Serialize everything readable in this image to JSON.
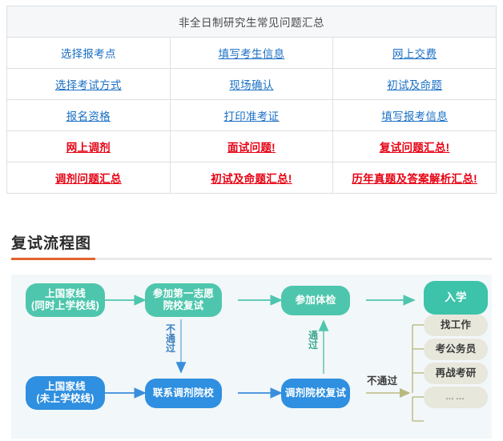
{
  "faq": {
    "header": "非全日制研究生常见问题汇总",
    "rows": [
      [
        {
          "label": "选择报考点",
          "style": "blue-plain"
        },
        {
          "label": "填写考生信息",
          "style": "blue"
        },
        {
          "label": "网上交费",
          "style": "blue"
        }
      ],
      [
        {
          "label": "选择考试方式",
          "style": "blue"
        },
        {
          "label": "现场确认",
          "style": "blue"
        },
        {
          "label": "初试及命题",
          "style": "blue"
        }
      ],
      [
        {
          "label": "报名资格",
          "style": "blue"
        },
        {
          "label": "打印准考证",
          "style": "blue"
        },
        {
          "label": "填写报考信息",
          "style": "blue"
        }
      ],
      [
        {
          "label": "网上调剂",
          "style": "red"
        },
        {
          "label": "面试问题!",
          "style": "red"
        },
        {
          "label": "复试问题汇总!",
          "style": "red"
        }
      ],
      [
        {
          "label": "调剂问题汇总",
          "style": "red"
        },
        {
          "label": "初试及命题汇总!",
          "style": "red"
        },
        {
          "label": "历年真题及答案解析汇总!",
          "style": "red"
        }
      ]
    ],
    "link_color": "#1a6fc4",
    "alert_color": "#e60012"
  },
  "section": {
    "title": "复试流程图",
    "accent_color": "#e2642c"
  },
  "flowchart": {
    "nodes": {
      "national_line_pass": "上国家线\n(同时上学校线)",
      "national_line_pass_l1": "上国家线",
      "national_line_pass_l2": "(同时上学校线)",
      "first_choice_retest_l1": "参加第一志愿",
      "first_choice_retest_l2": "院校复试",
      "medical_exam": "参加体检",
      "enrollment": "入学",
      "national_line_only_l1": "上国家线",
      "national_line_only_l2": "(未上学校线)",
      "contact_transfer_school": "联系调剂院校",
      "transfer_retest": "调剂院校复试",
      "option_job": "找工作",
      "option_civil_service": "考公务员",
      "option_retry_exam": "再战考研",
      "option_more": "……"
    },
    "labels": {
      "fail_vertical": "不通过",
      "pass_vertical": "通过",
      "fail_horizontal": "不通过"
    },
    "colors": {
      "teal": "#4ec6ad",
      "teal_deep": "#3cc3aa",
      "blue": "#2f8fe0",
      "beige": "#e7e7dc",
      "background": "#f2f7f9"
    }
  }
}
